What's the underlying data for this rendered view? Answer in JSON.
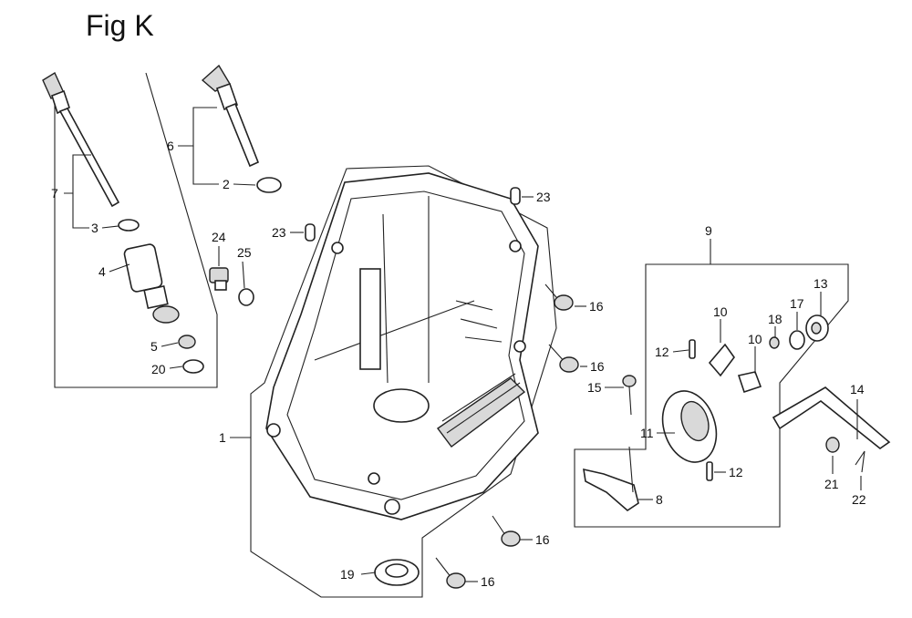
{
  "figure": {
    "title": "Fig K"
  },
  "labels": {
    "p1": "1",
    "p2": "2",
    "p3": "3",
    "p4": "4",
    "p5": "5",
    "p6": "6",
    "p7": "7",
    "p8": "8",
    "p9": "9",
    "p10a": "10",
    "p10b": "10",
    "p11": "11",
    "p12a": "12",
    "p12b": "12",
    "p13": "13",
    "p14": "14",
    "p15": "15",
    "p16a": "16",
    "p16b": "16",
    "p16c": "16",
    "p16d": "16",
    "p17": "17",
    "p18": "18",
    "p19": "19",
    "p20": "20",
    "p21": "21",
    "p22": "22",
    "p23a": "23",
    "p23b": "23",
    "p24": "24",
    "p25": "25"
  }
}
